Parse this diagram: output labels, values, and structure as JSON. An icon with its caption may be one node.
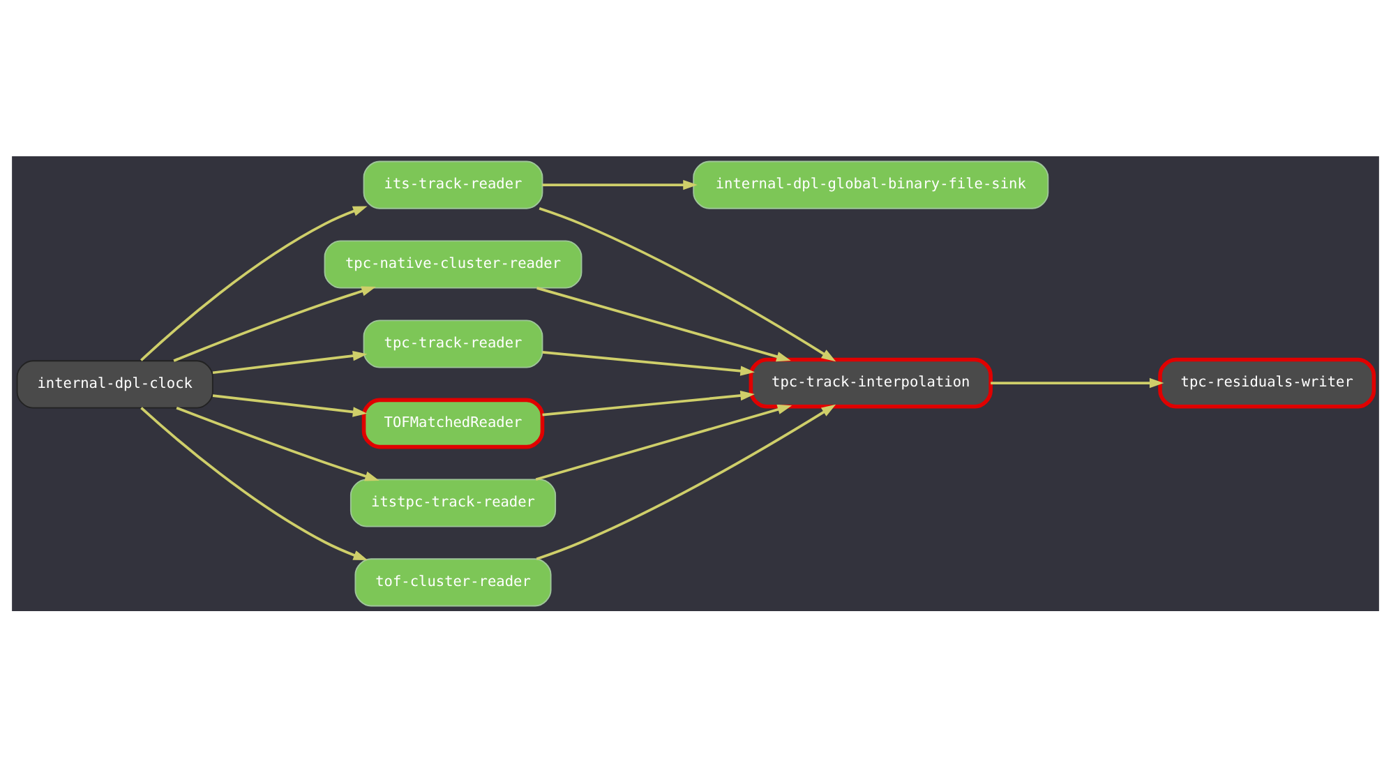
{
  "diagram": {
    "nodes": [
      {
        "text": [
          "internal-dpl-clock"
        ]
      },
      {
        "text": [
          "tpc-native-cluster-reader"
        ]
      },
      {
        "text": [
          "its-track-reader"
        ]
      },
      {
        "text": [
          "tpc-track-reader"
        ]
      },
      {
        "text": [
          "TOFMatchedReader"
        ]
      },
      {
        "text": [
          "itstpc-track-reader"
        ]
      },
      {
        "text": [
          "tof-cluster-reader"
        ]
      },
      {
        "text": [
          "tpc-track-interpolation"
        ]
      },
      {
        "text": [
          "tpc-residuals-writer"
        ]
      },
      {
        "text": [
          "internal-dpl-global-binary-file-sink"
        ]
      }
    ],
    "edges": [
      {
        "from": 0,
        "to": 1,
        "arrow": "to"
      },
      {
        "from": 0,
        "to": 2,
        "arrow": "to"
      },
      {
        "from": 0,
        "to": 3,
        "arrow": "to"
      },
      {
        "from": 0,
        "to": 4,
        "arrow": "to"
      },
      {
        "from": 0,
        "to": 5,
        "arrow": "to"
      },
      {
        "from": 0,
        "to": 6,
        "arrow": "to"
      },
      {
        "from": 1,
        "to": 7,
        "arrow": "to"
      },
      {
        "from": 2,
        "to": 7,
        "arrow": "to"
      },
      {
        "from": 3,
        "to": 7,
        "arrow": "to"
      },
      {
        "from": 4,
        "to": 7,
        "arrow": "to"
      },
      {
        "from": 5,
        "to": 7,
        "arrow": "to"
      },
      {
        "from": 6,
        "to": 7,
        "arrow": "to"
      },
      {
        "from": 2,
        "to": 9,
        "arrow": "to"
      },
      {
        "from": 7,
        "to": 8,
        "arrow": "to"
      }
    ]
  }
}
